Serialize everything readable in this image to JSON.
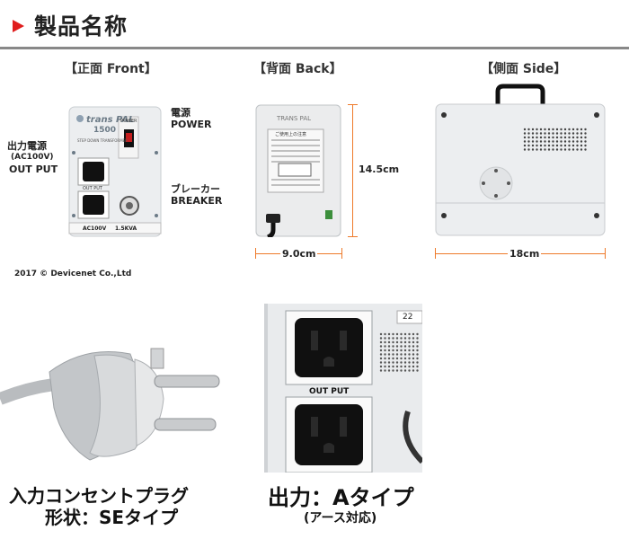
{
  "header": {
    "title": "製品名称",
    "accent_color": "#e01e1e"
  },
  "front": {
    "heading": "【正面 Front】",
    "label_power_jp": "電源",
    "label_power_en": "POWER",
    "label_output_jp": "出力電源",
    "label_output_sub": "(AC100V)",
    "label_output_en": "OUT PUT",
    "label_breaker_jp": "ブレーカー",
    "label_breaker_en": "BREAKER",
    "device_brand": "trans PAL",
    "device_model": "1500",
    "device_subtitle": "STEP DOWN TRANSFORMER",
    "device_power_label": "POWER",
    "device_outlet_label": "OUT PUT",
    "device_rating_left": "AC100V",
    "device_rating_right": "1.5KVA"
  },
  "back": {
    "heading": "【背面 Back】",
    "device_brand": "TRANS PAL",
    "device_notice": "ご使用上の注意",
    "height": "14.5cm",
    "width": "9.0cm"
  },
  "side": {
    "heading": "【側面 Side】",
    "width": "18cm"
  },
  "copyright": "2017 © Devicenet Co.,Ltd",
  "plug": {
    "caption_line1": "入力コンセントプラグ",
    "caption_line2": "形状：SEタイプ"
  },
  "output": {
    "caption_line1": "出力：Aタイプ",
    "caption_line2": "(アース対応)",
    "panel_label": "OUT PUT",
    "corner_text": "22"
  },
  "colors": {
    "dimension_line": "#ee7a2a",
    "header_rule": "#888888"
  }
}
